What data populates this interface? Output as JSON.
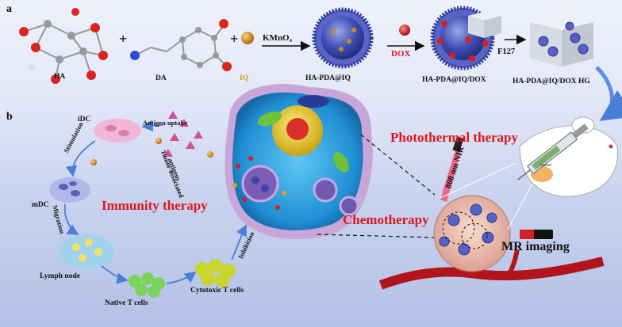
{
  "panel_a": {
    "label": "a",
    "ha": "HA",
    "da": "DA",
    "iq": "IQ",
    "kmno4": "KMnO₄",
    "product1": "HA-PDA@IQ",
    "dox": "DOX",
    "product2": "HA-PDA@IQ/DOX",
    "f127": "F127",
    "product3": "HA-PDA@IQ/DOX HG"
  },
  "panel_b": {
    "label": "b",
    "antigen_uptake": "Antigen uptake",
    "tumor_associated": "Tumor-associated",
    "antigens": "antigens",
    "idc": "iDC",
    "stimulation": "Stimulation",
    "mdc": "mDC",
    "migration": "Migration",
    "lymph_node": "Lymph node",
    "native_t": "Native T cells",
    "cytotoxic_t": "Cytotoxic T cells",
    "inhibition": "Inhibition",
    "immunity_therapy": "Immunity therapy",
    "chemotherapy": "Chemotherapy",
    "photothermal_therapy": "Photothermal therapy",
    "nir": "808 nm NIR",
    "mr_imaging": "MR imaging",
    "tumor_site": "tumor"
  },
  "colors": {
    "accent_red": "#e0161b",
    "iq_gold": "#d39716",
    "arrow_blue": "#4a7fd6"
  }
}
